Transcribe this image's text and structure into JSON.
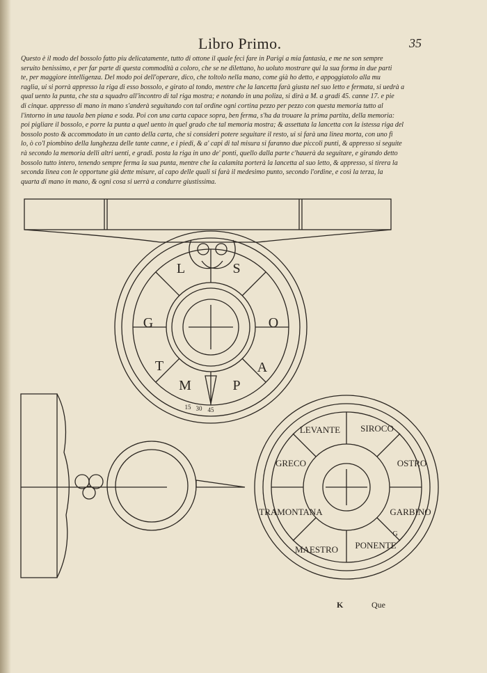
{
  "header": {
    "running_title": "Libro Primo.",
    "page_number": "35"
  },
  "body_lines": [
    "Questo è il modo del bossolo fatto piu delicatamente, tutto di ottone il quale feci fare in Parigi a mia fantasia, e me ne son sempre",
    "seruito benissimo, e per far parte di questa commodità a coloro, che se ne dilettano, ho uoluto mostrare qui la sua forma in due parti",
    "te, per maggiore intelligenza. Del modo poi dell'operare, dico, che toltolo nella mano, come già ho detto, e appoggiatolo alla mu",
    "raglia, ui si porrà appresso la riga di esso bossolo, e girato al tondo, mentre che la lancetta farà giusta nel suo letto e fermata, si uedrà a",
    "qual uento la punta, che sta a squadro all'incontro di tal riga mostra; e notando in una poliza, si dirà a M. a gradi 45. canne 17. e pie",
    "di cinque. appresso di mano in mano s'anderà seguitando con tal ordine ogni cortina pezzo per pezzo con questa memoria tutto al",
    "l'intorno in una tauola ben piana e soda. Poi con una carta capace sopra, ben ferma, s'ha da trouare la prima partita, della memoria:",
    "poi pigliare il bossolo, e porre la punta a quel uento in quel grado che tal memoria mostra; & assettata la lancetta con la istessa riga del",
    "bossolo posto & accommodato in un canto della carta, che si consideri potere seguitare il resto, ui si farà una linea morta, con uno fi",
    "lo, ò co'l piombino della lunghezza delle tante canne, e i piedi, & a' capi di tal misura si faranno due piccoli punti, & appresso si seguite",
    "rà secondo la memoria delli altri uenti, e gradi. posta la riga in uno de' ponti, quello dalla parte c'hauerà da seguitare, e girando detto",
    "bossolo tutto intero, tenendo sempre ferma la sua punta, mentre che la calamita porterà la lancetta al suo letto, & appresso, si tirera la",
    "seconda linea con le opportune già dette misure, al capo delle quali si farà il medesimo punto, secondo l'ordine, e così la terza, la",
    "quarta di mano in mano, & ogni cosa si uerrà a condurre giustissima."
  ],
  "figure": {
    "upper_compass_letters": [
      "S",
      "O",
      "A",
      "P",
      "M",
      "T",
      "G",
      "L"
    ],
    "scale_numbers": [
      "15",
      "30",
      "45"
    ],
    "wind_names": [
      "SIROCO",
      "OSTRO",
      "GARBINO",
      "PONENTE",
      "MAESTRO",
      "TRAMONTANA",
      "GRECO",
      "LEVANTE"
    ],
    "letter_g": "G"
  },
  "catchwords": {
    "signature": "K",
    "next_word": "Que"
  }
}
